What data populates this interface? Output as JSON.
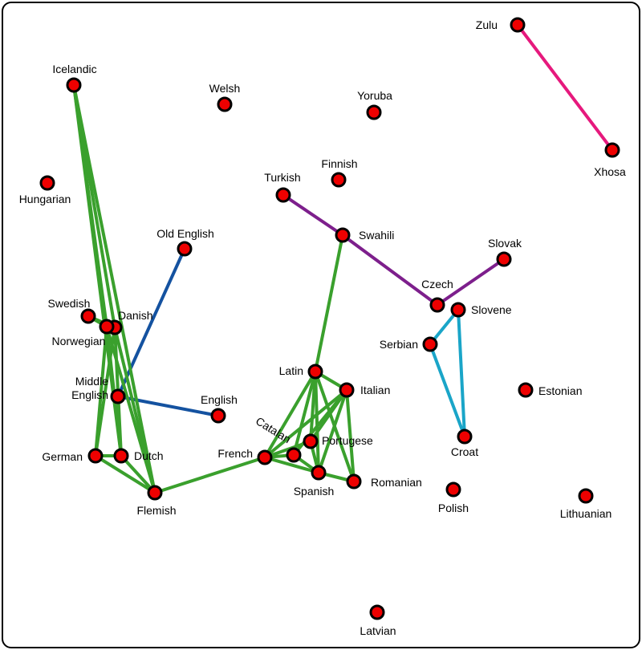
{
  "colors": {
    "node_fill": "#ee0000",
    "node_stroke": "#000000",
    "green_group": "#3aa02d",
    "blue_group": "#1452a0",
    "purple_group": "#7d1f8c",
    "cyan_group": "#1aa5c8",
    "pink_group": "#e6197d"
  },
  "nodes": [
    {
      "id": "zulu",
      "label": "Zulu"
    },
    {
      "id": "xhosa",
      "label": "Xhosa"
    },
    {
      "id": "icelandic",
      "label": "Icelandic"
    },
    {
      "id": "welsh",
      "label": "Welsh"
    },
    {
      "id": "yoruba",
      "label": "Yoruba"
    },
    {
      "id": "finnish",
      "label": "Finnish"
    },
    {
      "id": "hungarian",
      "label": "Hungarian"
    },
    {
      "id": "turkish",
      "label": "Turkish"
    },
    {
      "id": "old_english",
      "label": "Old English"
    },
    {
      "id": "swahili",
      "label": "Swahili"
    },
    {
      "id": "slovak",
      "label": "Slovak"
    },
    {
      "id": "swedish",
      "label": "Swedish"
    },
    {
      "id": "danish",
      "label": "Danish"
    },
    {
      "id": "norwegian",
      "label": "Norwegian"
    },
    {
      "id": "czech",
      "label": "Czech"
    },
    {
      "id": "slovene",
      "label": "Slovene"
    },
    {
      "id": "serbian",
      "label": "Serbian"
    },
    {
      "id": "middle_english",
      "label": "Middle English",
      "lines": [
        "Middle",
        "English"
      ]
    },
    {
      "id": "english",
      "label": "English"
    },
    {
      "id": "latin",
      "label": "Latin"
    },
    {
      "id": "italian",
      "label": "Italian"
    },
    {
      "id": "estonian",
      "label": "Estonian"
    },
    {
      "id": "catalan",
      "label": "Catalan"
    },
    {
      "id": "portugese",
      "label": "Portugese"
    },
    {
      "id": "croat",
      "label": "Croat"
    },
    {
      "id": "german",
      "label": "German"
    },
    {
      "id": "dutch",
      "label": "Dutch"
    },
    {
      "id": "french",
      "label": "French"
    },
    {
      "id": "spanish",
      "label": "Spanish"
    },
    {
      "id": "romanian",
      "label": "Romanian"
    },
    {
      "id": "flemish",
      "label": "Flemish"
    },
    {
      "id": "polish",
      "label": "Polish"
    },
    {
      "id": "lithuanian",
      "label": "Lithuanian"
    },
    {
      "id": "latvian",
      "label": "Latvian"
    }
  ],
  "edges": [
    {
      "from": "zulu",
      "to": "xhosa",
      "group": "pink_group"
    },
    {
      "from": "turkish",
      "to": "swahili",
      "group": "purple_group"
    },
    {
      "from": "swahili",
      "to": "czech",
      "group": "purple_group"
    },
    {
      "from": "czech",
      "to": "slovak",
      "group": "purple_group"
    },
    {
      "from": "serbian",
      "to": "slovene",
      "group": "cyan_group"
    },
    {
      "from": "serbian",
      "to": "croat",
      "group": "cyan_group"
    },
    {
      "from": "slovene",
      "to": "croat",
      "group": "cyan_group"
    },
    {
      "from": "old_english",
      "to": "middle_english",
      "group": "blue_group"
    },
    {
      "from": "middle_english",
      "to": "english",
      "group": "blue_group"
    },
    {
      "from": "icelandic",
      "to": "norwegian",
      "group": "green_group"
    },
    {
      "from": "icelandic",
      "to": "danish",
      "group": "green_group"
    },
    {
      "from": "icelandic",
      "to": "dutch",
      "group": "green_group"
    },
    {
      "from": "icelandic",
      "to": "flemish",
      "group": "green_group"
    },
    {
      "from": "swedish",
      "to": "norwegian",
      "group": "green_group"
    },
    {
      "from": "swedish",
      "to": "danish",
      "group": "green_group"
    },
    {
      "from": "norwegian",
      "to": "german",
      "group": "green_group"
    },
    {
      "from": "norwegian",
      "to": "dutch",
      "group": "green_group"
    },
    {
      "from": "norwegian",
      "to": "flemish",
      "group": "green_group"
    },
    {
      "from": "danish",
      "to": "dutch",
      "group": "green_group"
    },
    {
      "from": "danish",
      "to": "flemish",
      "group": "green_group"
    },
    {
      "from": "danish",
      "to": "german",
      "group": "green_group"
    },
    {
      "from": "german",
      "to": "dutch",
      "group": "green_group"
    },
    {
      "from": "german",
      "to": "flemish",
      "group": "green_group"
    },
    {
      "from": "dutch",
      "to": "flemish",
      "group": "green_group"
    },
    {
      "from": "flemish",
      "to": "french",
      "group": "green_group"
    },
    {
      "from": "swahili",
      "to": "latin",
      "group": "green_group"
    },
    {
      "from": "latin",
      "to": "french",
      "group": "green_group"
    },
    {
      "from": "latin",
      "to": "catalan",
      "group": "green_group"
    },
    {
      "from": "latin",
      "to": "portugese",
      "group": "green_group"
    },
    {
      "from": "latin",
      "to": "spanish",
      "group": "green_group"
    },
    {
      "from": "latin",
      "to": "romanian",
      "group": "green_group"
    },
    {
      "from": "latin",
      "to": "italian",
      "group": "green_group"
    },
    {
      "from": "italian",
      "to": "french",
      "group": "green_group"
    },
    {
      "from": "italian",
      "to": "catalan",
      "group": "green_group"
    },
    {
      "from": "italian",
      "to": "portugese",
      "group": "green_group"
    },
    {
      "from": "italian",
      "to": "spanish",
      "group": "green_group"
    },
    {
      "from": "italian",
      "to": "romanian",
      "group": "green_group"
    },
    {
      "from": "french",
      "to": "catalan",
      "group": "green_group"
    },
    {
      "from": "french",
      "to": "spanish",
      "group": "green_group"
    },
    {
      "from": "french",
      "to": "portugese",
      "group": "green_group"
    },
    {
      "from": "catalan",
      "to": "spanish",
      "group": "green_group"
    },
    {
      "from": "portugese",
      "to": "spanish",
      "group": "green_group"
    },
    {
      "from": "spanish",
      "to": "romanian",
      "group": "green_group"
    }
  ]
}
